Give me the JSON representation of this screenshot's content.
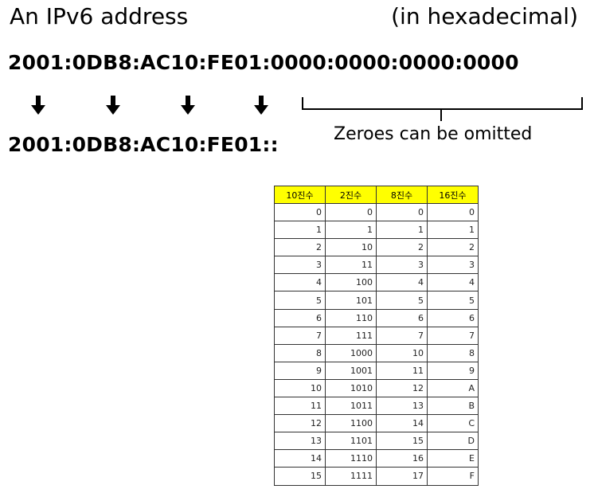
{
  "title_left": "An IPv6 address",
  "title_right": "(in hexadecimal)",
  "full_address": "2001:0DB8:AC10:FE01:0000:0000:0000:0000",
  "short_address": "2001:0DB8:AC10:FE01::",
  "note": "Zeroes can be omitted",
  "arrow_icon": "down-arrow-icon",
  "colors": {
    "header_fill": "#ffff00",
    "text": "#000000"
  },
  "table": {
    "headers": [
      "10진수",
      "2진수",
      "8진수",
      "16진수"
    ],
    "rows": [
      [
        "0",
        "0",
        "0",
        "0"
      ],
      [
        "1",
        "1",
        "1",
        "1"
      ],
      [
        "2",
        "10",
        "2",
        "2"
      ],
      [
        "3",
        "11",
        "3",
        "3"
      ],
      [
        "4",
        "100",
        "4",
        "4"
      ],
      [
        "5",
        "101",
        "5",
        "5"
      ],
      [
        "6",
        "110",
        "6",
        "6"
      ],
      [
        "7",
        "111",
        "7",
        "7"
      ],
      [
        "8",
        "1000",
        "10",
        "8"
      ],
      [
        "9",
        "1001",
        "11",
        "9"
      ],
      [
        "10",
        "1010",
        "12",
        "A"
      ],
      [
        "11",
        "1011",
        "13",
        "B"
      ],
      [
        "12",
        "1100",
        "14",
        "C"
      ],
      [
        "13",
        "1101",
        "15",
        "D"
      ],
      [
        "14",
        "1110",
        "16",
        "E"
      ],
      [
        "15",
        "1111",
        "17",
        "F"
      ]
    ]
  }
}
